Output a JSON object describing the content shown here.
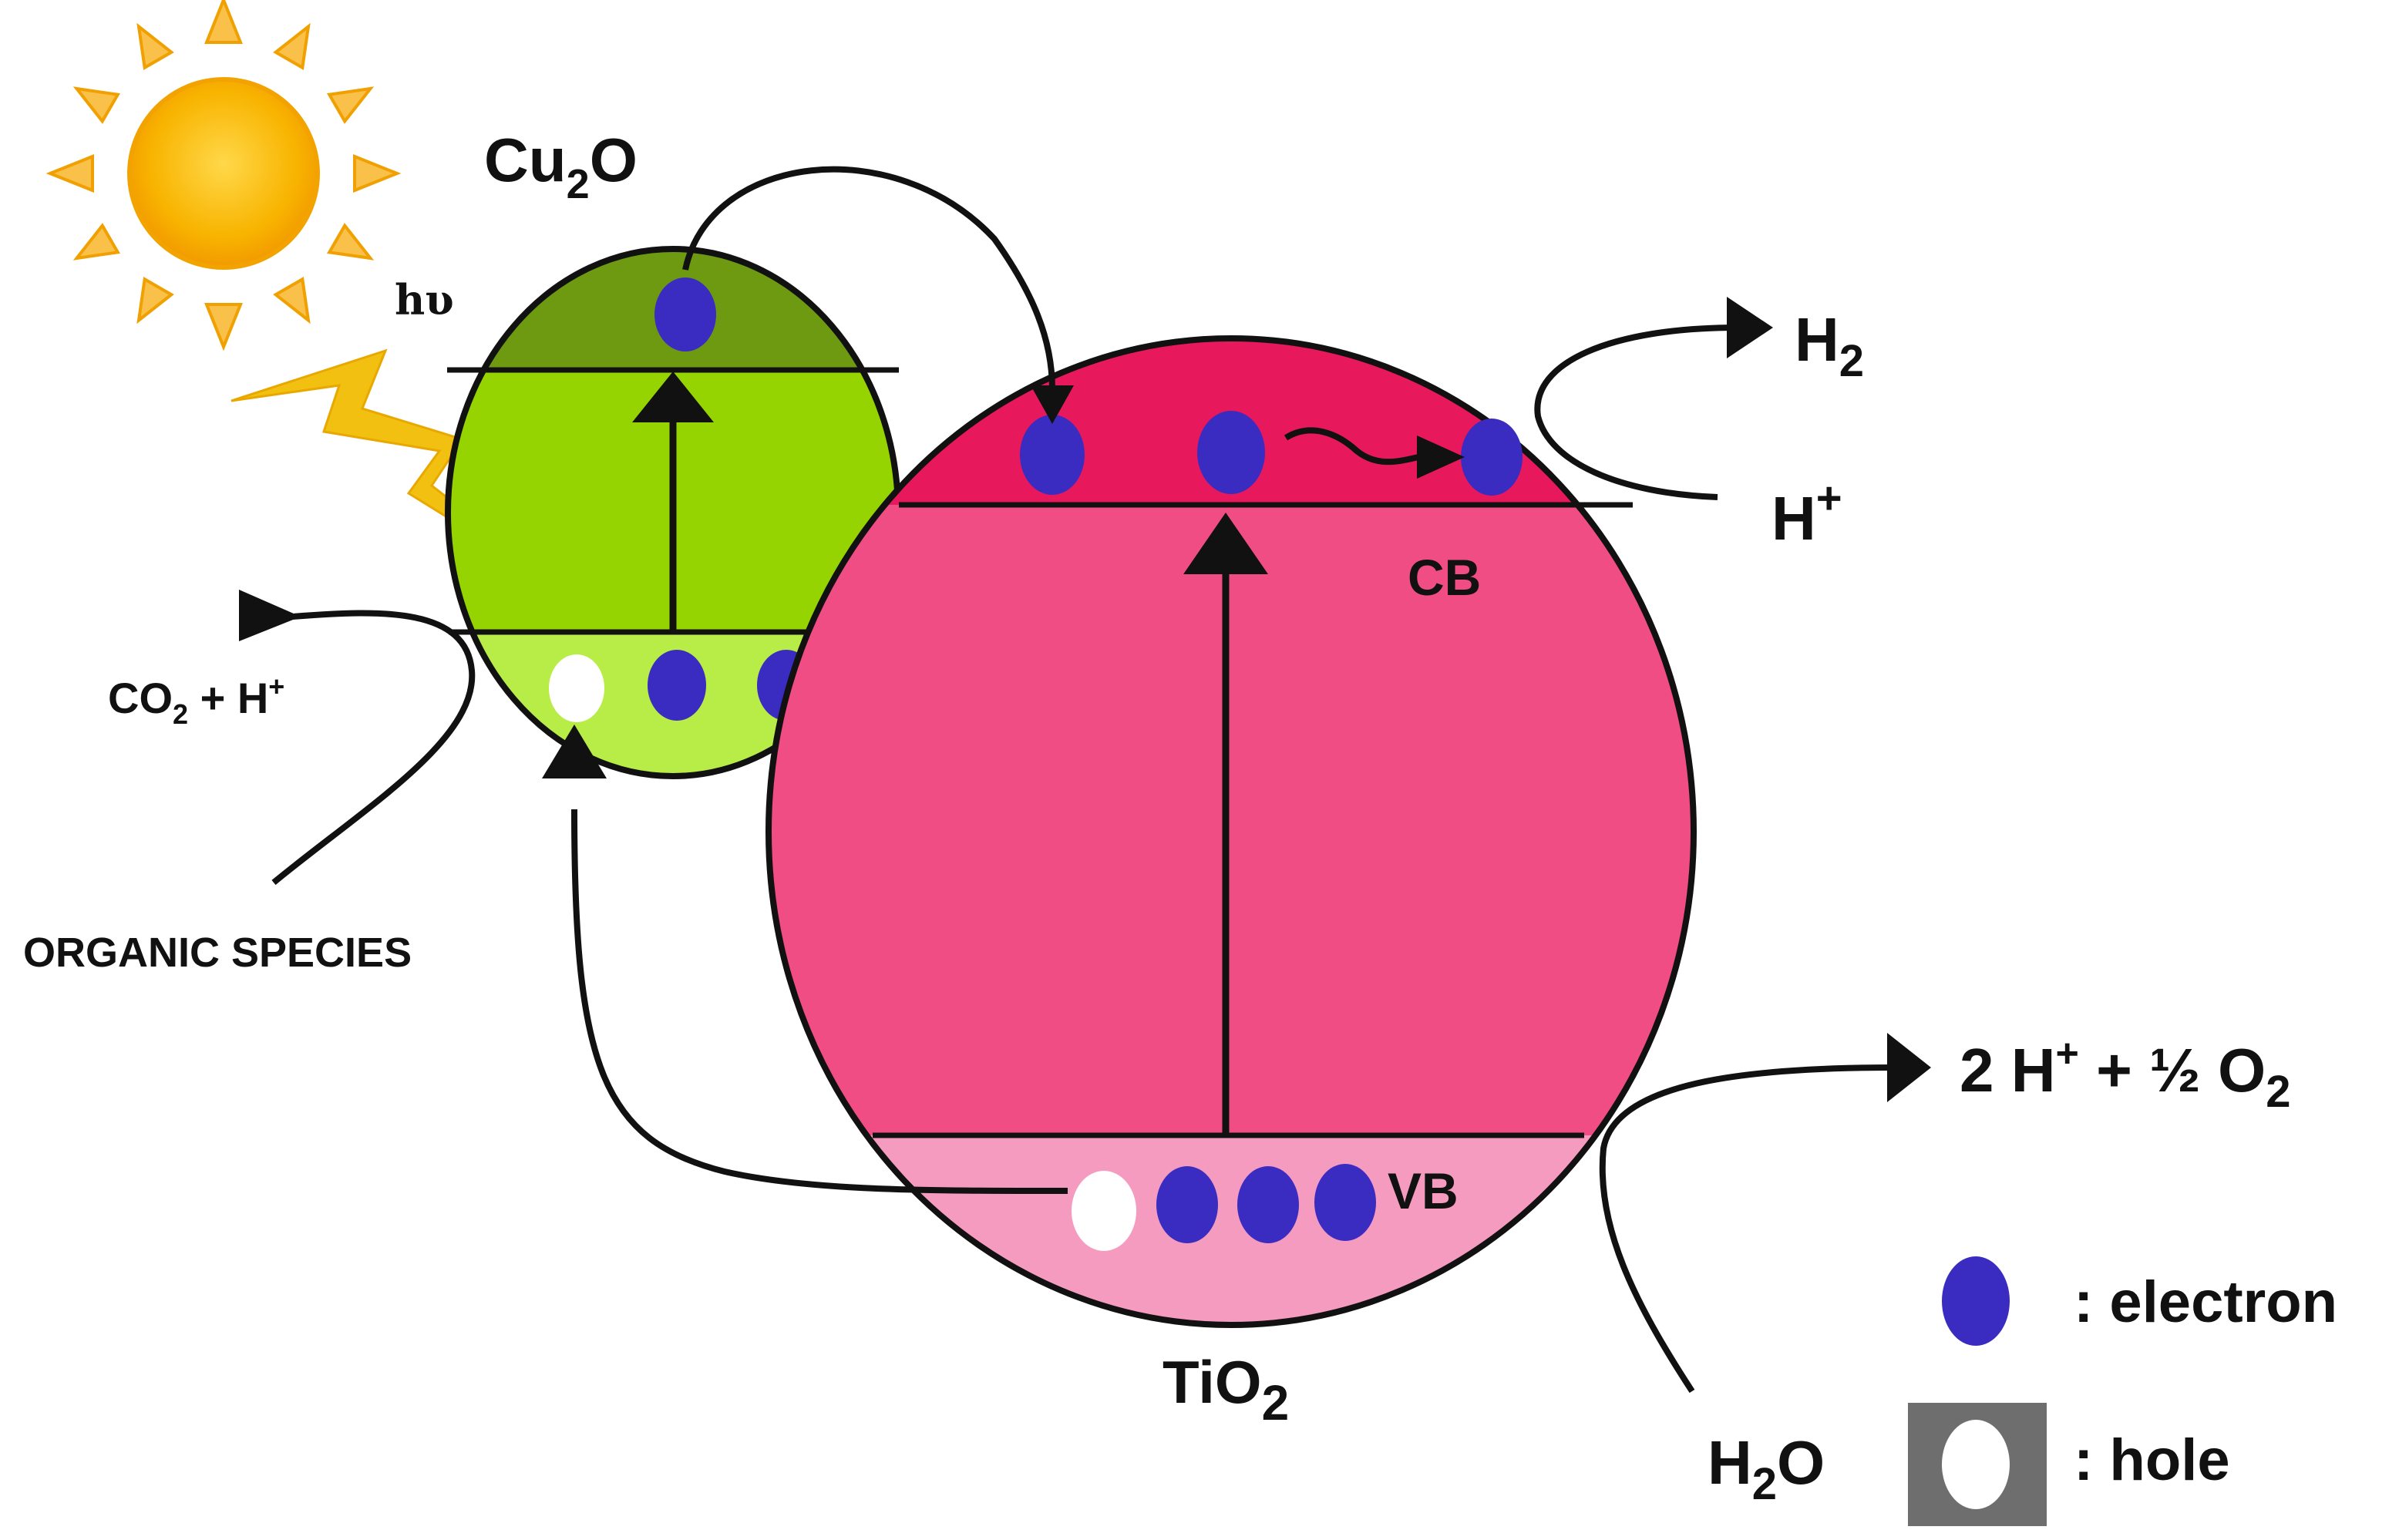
{
  "materials": {
    "cu2o": {
      "base": "Cu",
      "sub": "2",
      "tail": "O"
    },
    "tio2": {
      "base": "TiO",
      "sub": "2"
    }
  },
  "light": {
    "label": "hυ"
  },
  "bands": {
    "cb": "CB",
    "vb": "VB"
  },
  "products": {
    "h2": {
      "base": "H",
      "sub": "2"
    },
    "h_plus": {
      "base": "H",
      "sup": "+"
    },
    "oxygen": {
      "lead": "2 H",
      "sup": "+",
      "mid": " + ½ O",
      "sub": "2"
    },
    "water": {
      "base": "H",
      "sub": "2",
      "tail": "O"
    },
    "co2": {
      "lead": "CO",
      "sub": "2",
      "mid": " + H",
      "sup": "+"
    },
    "organic": "ORGANIC SPECIES"
  },
  "legend": {
    "electron": ": electron",
    "hole": ": hole"
  },
  "colors": {
    "cu2o_cb": "#6e9a12",
    "cu2o_gap": "#95d400",
    "cu2o_vb": "#b8ec46",
    "tio2_cb": "#e8185c",
    "tio2_gap": "#ef4d83",
    "tio2_vb": "#f59bbf",
    "electron": "#3a2cc0",
    "sun": "#f7a000",
    "bolt": "#f2c010"
  }
}
